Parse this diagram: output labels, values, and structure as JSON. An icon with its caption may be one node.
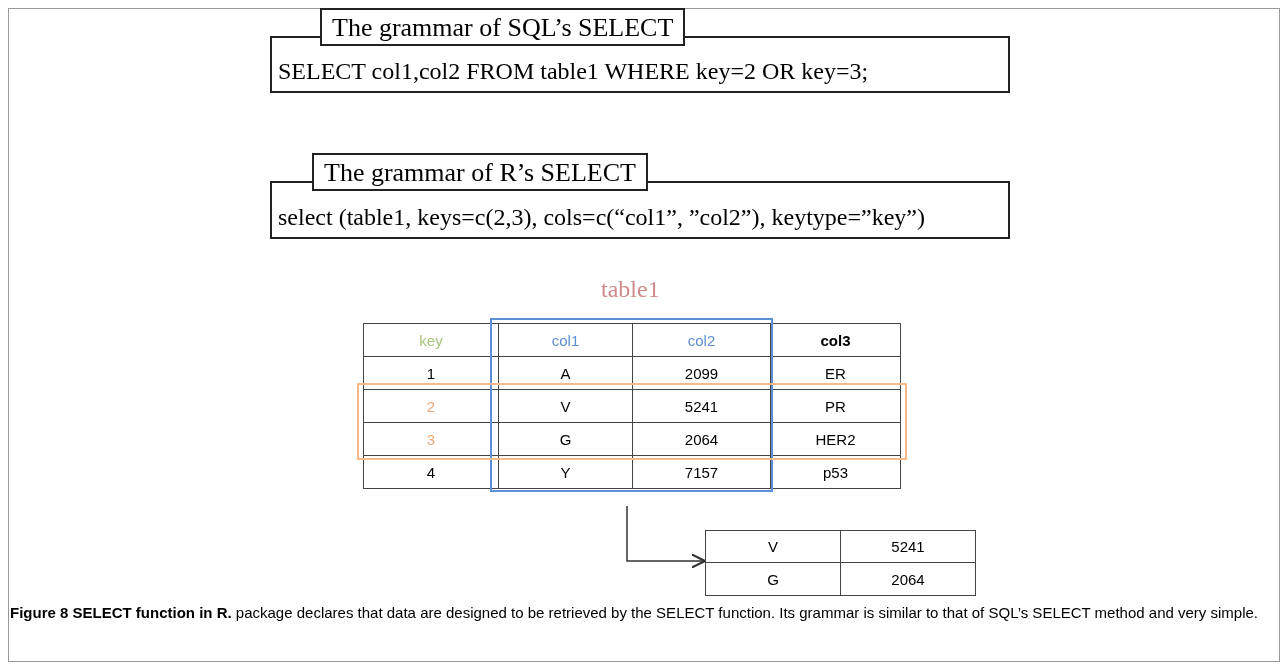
{
  "diagram": {
    "caption": "**Figure 8 SELECT function in R.** package declares that data are designed to be retrieved by the SELECT function. Its grammar is similar to that of SQL’s SELECT method and very simple.",
    "nodes": [
      {
        "text": [
          "The grammar of SQL’s SELECT",
          "SELECT col1,col2 FROM table1 WHERE key=2 OR key=3;"
        ]
      },
      {
        "text": [
          "The grammar of R’s SELECT",
          "select (table1, keys=c(2,3), cols=c(“col1”, ”col2”), keytype=”key”)"
        ]
      },
      {
        "text": [],
        "shape": "box",
        "beside": [
          "table1"
        ]
      },
      {
        "text": [],
        "shape": "box"
      }
    ],
    "edges": [
      {
        "from": 2,
        "to": 3,
        "arrow": "to"
      }
    ],
    "labels": [
      "key",
      "col1",
      "col2",
      "col3",
      "1",
      "A",
      "2099",
      "ER",
      "2",
      "V",
      "5241",
      "PR",
      "3",
      "G",
      "2064",
      "HER2",
      "4",
      "Y",
      "7157",
      "p53",
      "V",
      "5241",
      "G",
      "2064"
    ]
  }
}
